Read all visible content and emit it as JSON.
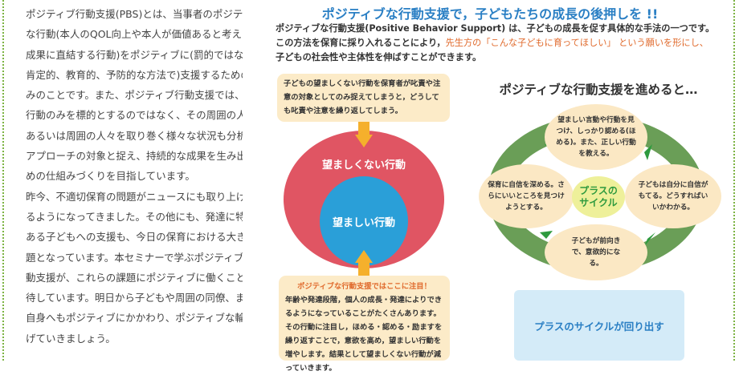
{
  "left_text": {
    "lines": [
      "ポジティブ行動支援(PBS)とは、当事者のポジティブ",
      "な行動(本人のQOL向上や本人が価値あると考える",
      "成果に直結する行動)をポジティブに(罰的ではない",
      "肯定的、教育的、予防的な方法で)支援するための枠組",
      "みのことです。また、ポジティブ行動支援では、個人の",
      "行動のみを標的とするのではなく、その周囲の人々、",
      "あるいは周囲の人々を取り巻く様々な状況も分析と",
      "アプローチの対象と捉え、持続的な成果を生み出すた",
      "めの仕組みづくりを目指しています。",
      "昨今、不適切保育の問題がニュースにも取り上げられ",
      "るようになってきました。その他にも、発達に特徴の",
      "ある子どもへの支援も、今日の保育における大きな課",
      "題となっています。本セミナーで学ぶポジティブな行",
      "動支援が、これらの課題にポジティブに働くことを期",
      "待しています。明日から子どもや周囲の同僚、またご",
      "自身へもポジティブにかかわり、ポジティブな輪を広",
      "げていきましょう。"
    ]
  },
  "header": {
    "title": "ポジティブな行動支援で，子どもたちの成長の後押しを !!",
    "intro_line1": "ポジティブな行動支援(Positive Behavior Support) は、子どもの成長を促す具体的な手法の一つです。",
    "intro_line2a": "この方法を保育に採り入れることにより，",
    "intro_line2b": "先生方の「こんな子どもに育ってほしい」 という願いを形にし、",
    "intro_line3": "子どもの社会性や主体性を伸ばすことができます。"
  },
  "diagram_left": {
    "top_box": "子どもの望ましくない行動を保育者が叱責や注意の対象としてのみ捉えてしまうと，どうしても叱責や注意を繰り返してしまう。",
    "outer_circle": "望ましくない行動",
    "inner_circle": "望ましい行動",
    "bottom_box_heading": "ポジティブな行動支援ではここに注目！",
    "bottom_box_text": "年齢や発達段階，個人の成長・発達によりできるようになっていることがたくさんあります。その行動に注目し，ほめる・認める・励ますを繰り返すことで，意欲を高め，望ましい行動を増やします。結果として望ましくない行動が減っていきます。"
  },
  "cycle": {
    "title": "ポジティブな行動支援を進めると…",
    "top": "望ましい言動や行動を見つけ、しっかり認める(ほめる)。また、正しい行動を教える。",
    "right": "子どもは自分に自信がもてる。どうすればいいかわかる。",
    "bottom": "子どもが前向きで、意欲的になる。",
    "left": "保育に自信を深める。さらにいいところを見つけようとする。",
    "center_line1": "プラスの",
    "center_line2": "サイクル",
    "result": "プラスのサイクルが回り出す"
  },
  "colors": {
    "title_blue": "#2a7fc4",
    "red_circle": "#e05563",
    "blue_circle": "#2a9fd8",
    "arrow_orange": "#f5b02c",
    "ring_green": "#6a9e57",
    "highlight_orange": "#e06a2c",
    "border_green": "#7cb342"
  }
}
